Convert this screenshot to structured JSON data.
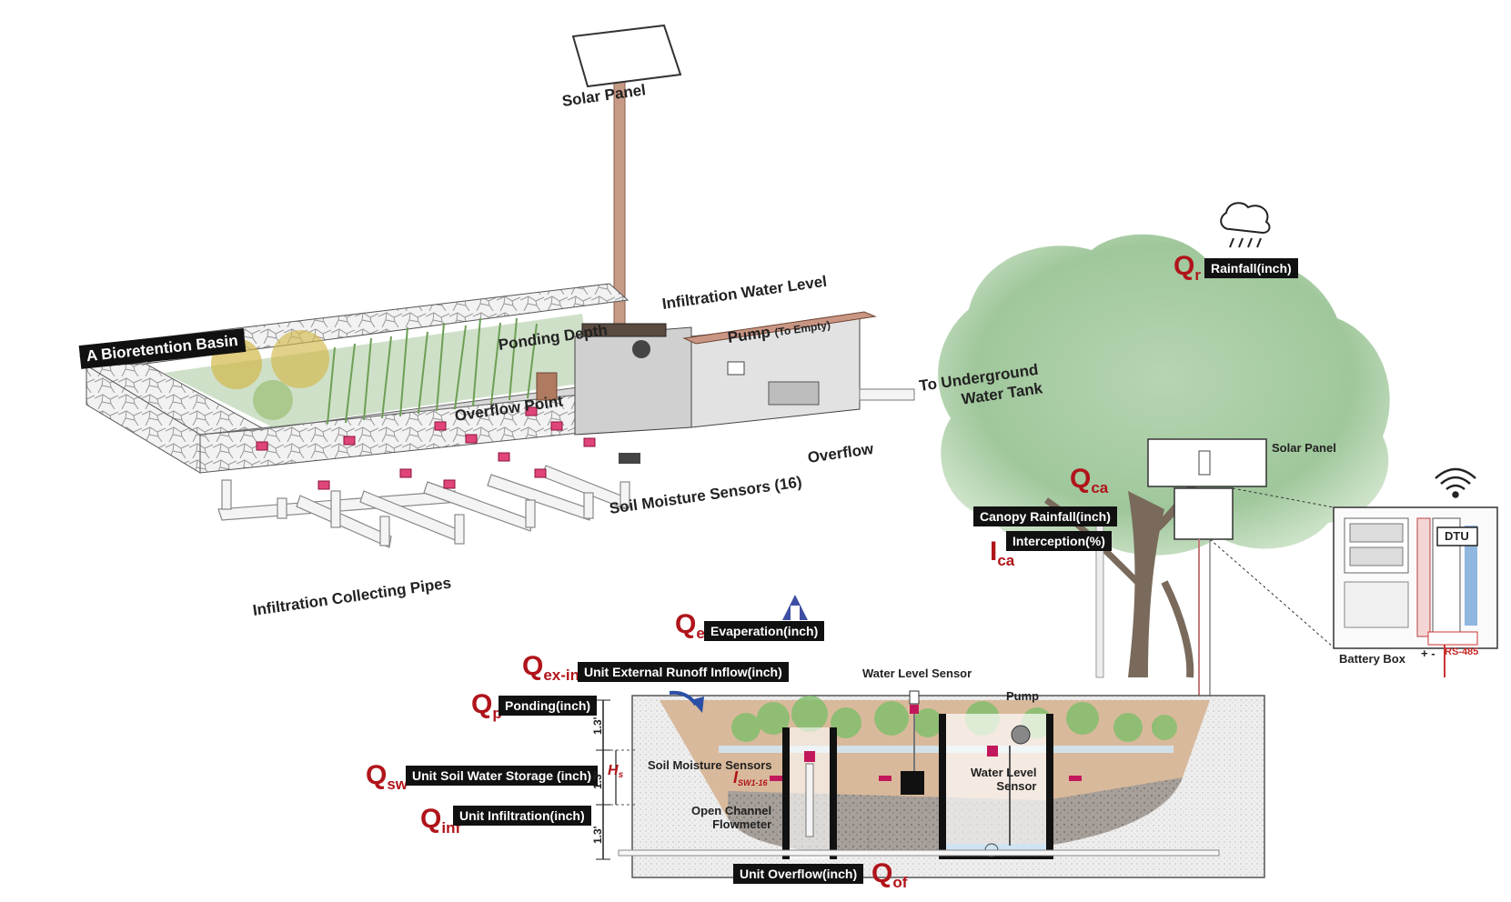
{
  "top": {
    "basin_title": "A Bioretention Basin",
    "solar_panel": "Solar Panel",
    "infiltration_water_level": "Infiltration Water Level",
    "ponding_depth": "Ponding Depth",
    "pump": "Pump",
    "pump_note": "(To Empty)",
    "overflow_point": "Overflow Point",
    "to_underground_line1": "To Underground",
    "to_underground_line2": "Water Tank",
    "overflow": "Overflow",
    "soil_moisture_sensors": "Soil Moisture Sensors (16)",
    "collecting_pipes": "Infiltration Collecting Pipes"
  },
  "tree": {
    "q_rain": "Q",
    "q_rain_sub": "r",
    "rainfall": "Rainfall(inch)",
    "q_canopy": "Q",
    "q_canopy_sub": "ca",
    "canopy_rainfall": "Canopy Rainfall(inch)",
    "interception": "Interception(%)",
    "i_canopy": "I",
    "i_canopy_sub": "ca",
    "solar_panel": "Solar Panel",
    "dtu": "DTU",
    "battery_box": "Battery Box",
    "polarity": "+ -",
    "rs485": "RS-485"
  },
  "section": {
    "q_evap": "Q",
    "q_evap_sub": "e",
    "evaporation": "Evaperation(inch)",
    "q_exin": "Q",
    "q_exin_sub": "ex-in",
    "external_runoff": "Unit External Runoff Inflow(inch)",
    "q_pond": "Q",
    "q_pond_sub": "p",
    "ponding": "Ponding(inch)",
    "q_sw": "Q",
    "q_sw_sub": "sw",
    "soil_water_storage": "Unit Soil Water Storage (inch)",
    "q_inf": "Q",
    "q_inf_sub": "inf",
    "infiltration": "Unit Infiltration(inch)",
    "q_of": "Q",
    "q_of_sub": "of",
    "unit_overflow": "Unit Overflow(inch)",
    "depth1": "1.3'",
    "depth2": "1.3'",
    "depth3": "1.3'",
    "hs": "H",
    "hs_sub": "s",
    "water_level_sensor_top": "Water Level Sensor",
    "pump": "Pump",
    "soil_moisture_sensors": "Soil Moisture Sensors",
    "i_sw": "I",
    "i_sw_sub": "SW1-16",
    "open_channel_line1": "Open Channel",
    "open_channel_line2": "Flowmeter",
    "water_level_line1": "Water Level",
    "water_level_line2": "Sensor"
  },
  "colors": {
    "q_red": "#b0141a",
    "tag_bg": "#111111",
    "soil": "#d9b99b",
    "water": "#cfe4f2",
    "foliage": "#8fb98a",
    "stone": "#e6e6e6",
    "sensor": "#c2185b"
  },
  "icons": [
    "rain-cloud-icon",
    "up-arrow-icon",
    "curved-arrow-icon",
    "wifi-icon"
  ]
}
